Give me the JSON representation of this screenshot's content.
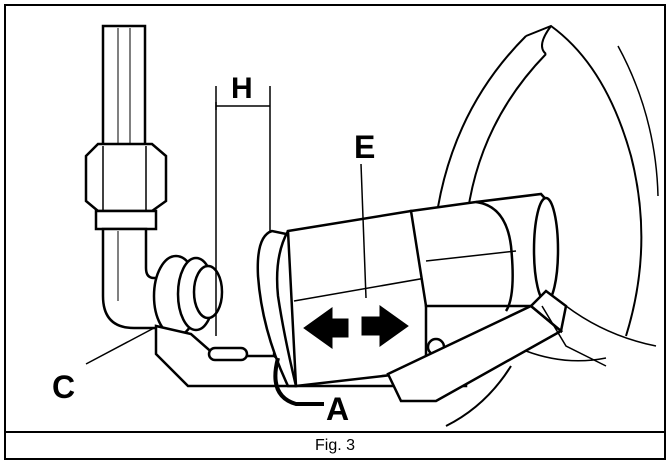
{
  "figure": {
    "caption": "Fig. 3",
    "labels": {
      "H": "H",
      "E": "E",
      "C": "C",
      "A": "A"
    },
    "icons": [
      "double-arrow-icon"
    ]
  }
}
